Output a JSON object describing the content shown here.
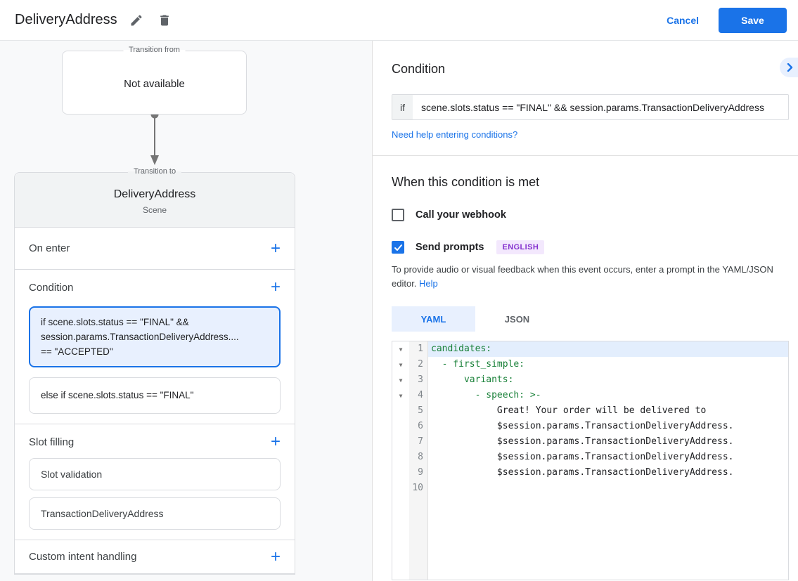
{
  "header": {
    "title": "DeliveryAddress",
    "cancel": "Cancel",
    "save": "Save"
  },
  "diagram": {
    "from_label": "Transition from",
    "from_value": "Not available",
    "to_label": "Transition to",
    "to_title": "DeliveryAddress",
    "to_subtitle": "Scene"
  },
  "scene_sections": {
    "on_enter": "On enter",
    "condition": "Condition",
    "condition_cards": [
      {
        "text": "if scene.slots.status == \"FINAL\" &&\nsession.params.TransactionDeliveryAddress....\n== \"ACCEPTED\"",
        "selected": true
      },
      {
        "text": "else if scene.slots.status == \"FINAL\"",
        "selected": false
      }
    ],
    "slot_filling": "Slot filling",
    "slot_cards": [
      "Slot validation",
      "TransactionDeliveryAddress"
    ],
    "custom_intent": "Custom intent handling"
  },
  "condition_panel": {
    "title": "Condition",
    "if_label": "if",
    "if_value": "scene.slots.status == \"FINAL\" && session.params.TransactionDeliveryAddress",
    "help_link": "Need help entering conditions?"
  },
  "when_met": {
    "title": "When this condition is met",
    "webhook_label": "Call your webhook",
    "prompts_label": "Send prompts",
    "language_badge": "ENGLISH",
    "description": "To provide audio or visual feedback when this event occurs, enter a prompt in the YAML/JSON editor.",
    "help_label": "Help"
  },
  "editor": {
    "tabs": [
      {
        "label": "YAML",
        "active": true
      },
      {
        "label": "JSON",
        "active": false
      }
    ],
    "lines": [
      {
        "num": "1",
        "fold": true,
        "highlight": true,
        "color": "green",
        "text": "candidates:"
      },
      {
        "num": "2",
        "fold": true,
        "highlight": false,
        "color": "green",
        "text": "  - first_simple:"
      },
      {
        "num": "3",
        "fold": true,
        "highlight": false,
        "color": "green",
        "text": "      variants:"
      },
      {
        "num": "4",
        "fold": true,
        "highlight": false,
        "color": "green",
        "text": "        - speech: >-"
      },
      {
        "num": "5",
        "fold": false,
        "highlight": false,
        "color": "black",
        "text": "            Great! Your order will be delivered to"
      },
      {
        "num": "6",
        "fold": false,
        "highlight": false,
        "color": "black",
        "text": "            $session.params.TransactionDeliveryAddress."
      },
      {
        "num": "7",
        "fold": false,
        "highlight": false,
        "color": "black",
        "text": "            $session.params.TransactionDeliveryAddress."
      },
      {
        "num": "8",
        "fold": false,
        "highlight": false,
        "color": "black",
        "text": "            $session.params.TransactionDeliveryAddress."
      },
      {
        "num": "9",
        "fold": false,
        "highlight": false,
        "color": "black",
        "text": "            $session.params.TransactionDeliveryAddress."
      },
      {
        "num": "10",
        "fold": false,
        "highlight": false,
        "color": "black",
        "text": ""
      }
    ]
  },
  "colors": {
    "accent": "#1a73e8",
    "code_green": "#188038",
    "selection_bg": "#e8f0fe",
    "badge_bg": "#f3e8fd",
    "badge_text": "#8430ce"
  }
}
